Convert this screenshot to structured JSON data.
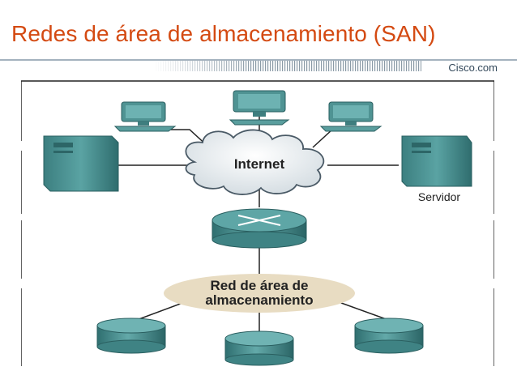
{
  "slide": {
    "title": "Redes de área de almacenamiento (SAN)",
    "brand": "Cisco.com"
  },
  "diagram": {
    "cloud_label": "Internet",
    "server_label": "Servidor",
    "san_label_line1": "Red de área de",
    "san_label_line2": "almacenamiento"
  },
  "colors": {
    "title": "#d44a12",
    "device": "#4f9393",
    "cloud": "#e9eef1",
    "san_ellipse": "#e8dcc2",
    "frame": "#222222"
  }
}
